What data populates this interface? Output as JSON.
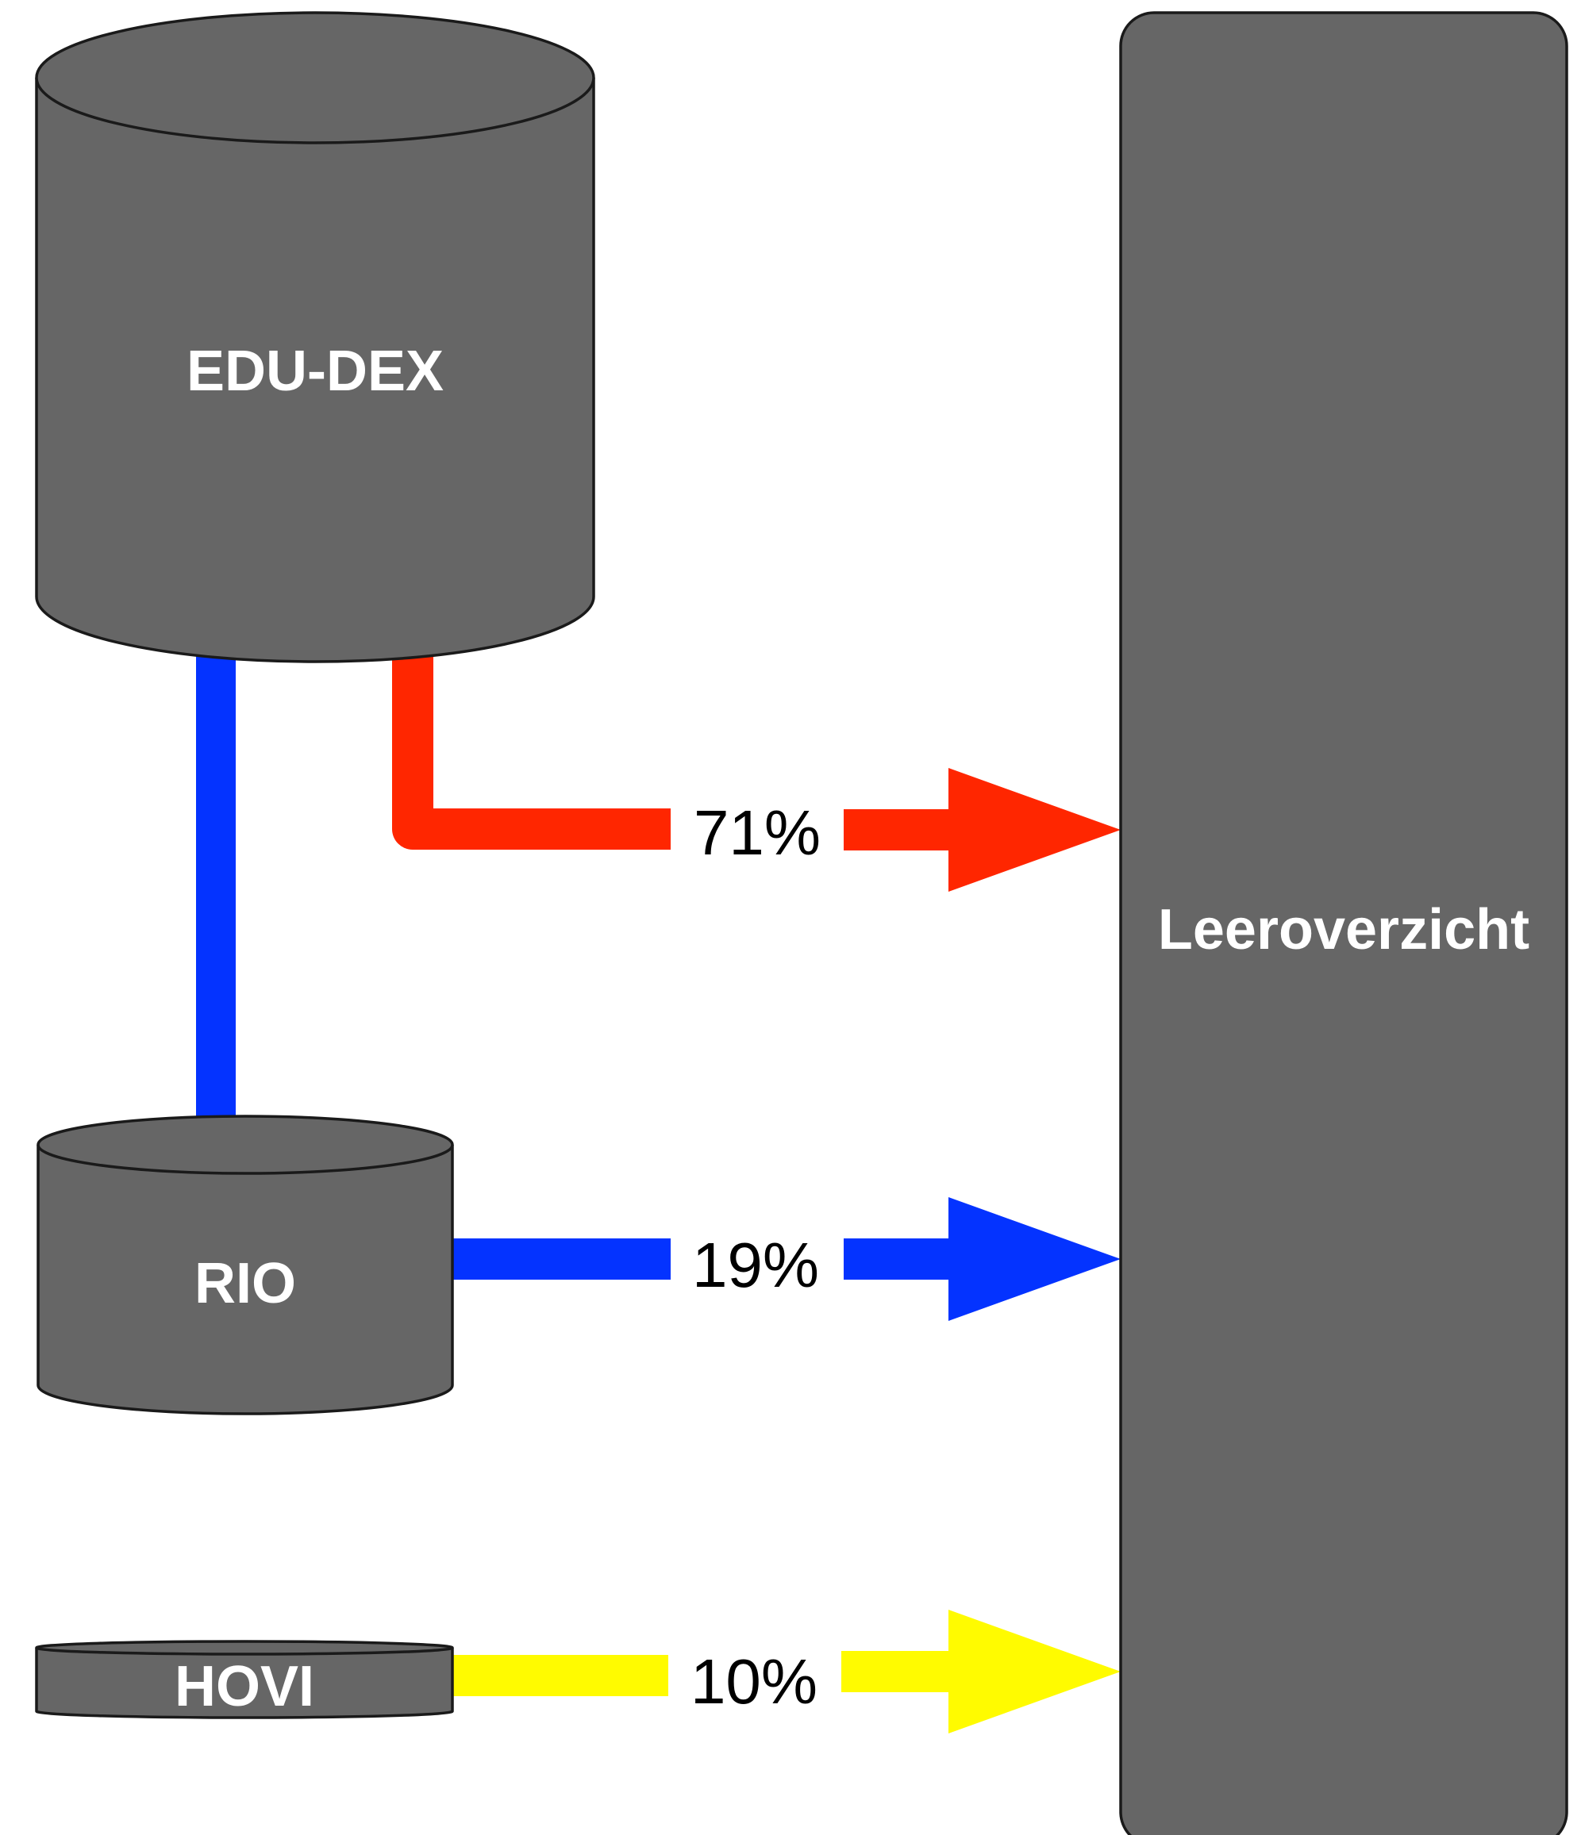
{
  "nodes": {
    "edudex": {
      "label": "EDU-DEX"
    },
    "rio": {
      "label": "RIO"
    },
    "hovi": {
      "label": "HOVI"
    },
    "leeroverzicht": {
      "label": "Leeroverzicht"
    }
  },
  "flows": [
    {
      "from": "EDU-DEX",
      "to": "Leeroverzicht",
      "percent_label": "71%",
      "value": 71,
      "color": "#ff2600"
    },
    {
      "from": "RIO",
      "to": "Leeroverzicht",
      "percent_label": "19%",
      "value": 19,
      "color": "#0433ff"
    },
    {
      "from": "HOVI",
      "to": "Leeroverzicht",
      "percent_label": "10%",
      "value": 10,
      "color": "#fffb00"
    }
  ],
  "links": [
    {
      "from": "EDU-DEX",
      "to": "RIO",
      "color": "#0433ff"
    }
  ],
  "colors": {
    "node_fill": "#666666",
    "node_stroke": "#1a1a1a"
  }
}
